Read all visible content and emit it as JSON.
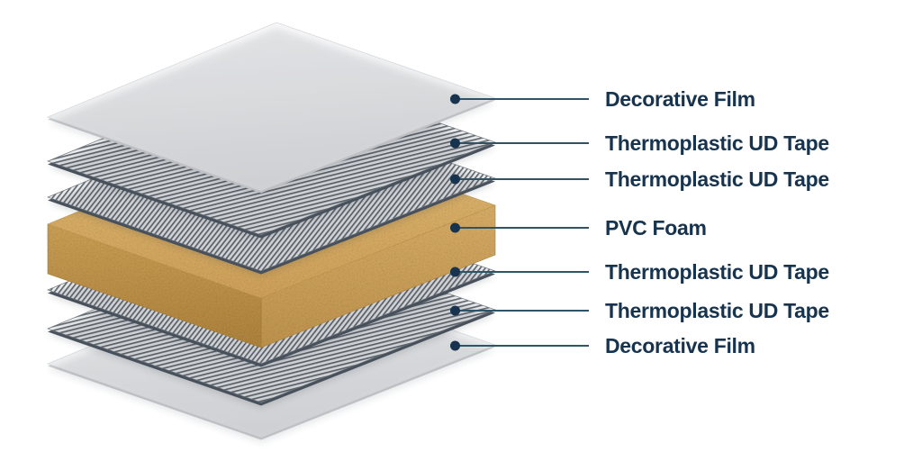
{
  "diagram": {
    "layers": [
      {
        "id": "film-top",
        "label": "Decorative Film",
        "kind": "film"
      },
      {
        "id": "tape-1",
        "label": "Thermoplastic UD Tape",
        "kind": "tape"
      },
      {
        "id": "tape-2",
        "label": "Thermoplastic UD Tape",
        "kind": "tape"
      },
      {
        "id": "foam-core",
        "label": "PVC Foam",
        "kind": "foam"
      },
      {
        "id": "tape-3",
        "label": "Thermoplastic UD Tape",
        "kind": "tape"
      },
      {
        "id": "tape-4",
        "label": "Thermoplastic UD Tape",
        "kind": "tape"
      },
      {
        "id": "film-bottom",
        "label": "Decorative Film",
        "kind": "film"
      }
    ],
    "colors": {
      "background": "#ffffff",
      "label_text": "#17334d",
      "leader_dot": "#17334d",
      "leader_line": "#2e5468",
      "film_light": "#fbfbfc",
      "film_dark": "#e3e4e6",
      "film_edge": "#cdced1",
      "tape_stripe_light": "#f1f2f3",
      "tape_stripe_dark": "#646a71",
      "tape_edge": "#4e5761",
      "foam_top_light": "#e6c382",
      "foam_top_dark": "#d3a55c",
      "foam_side_light": "#dcb068",
      "foam_side_dark": "#b1853d"
    }
  }
}
